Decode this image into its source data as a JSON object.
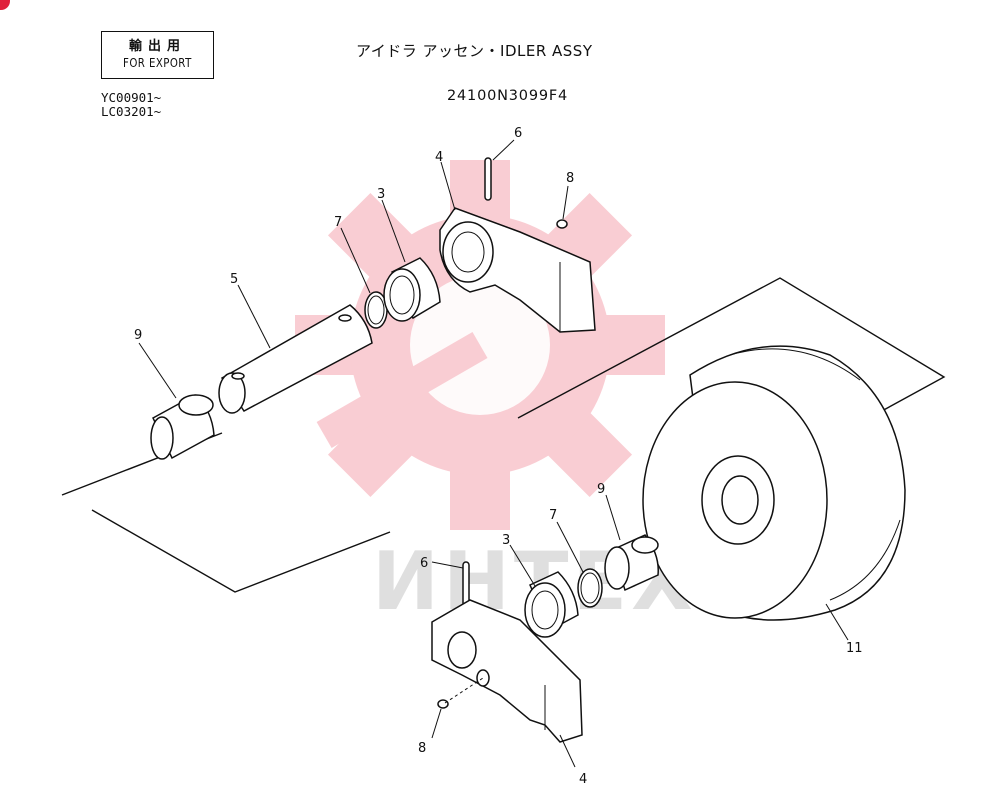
{
  "header": {
    "export_label_jp": "輸出用",
    "export_label_en": "FOR EXPORT",
    "serials": [
      "YC00901~",
      "LC03201~"
    ],
    "title": "アイドラ アッセン・IDLER ASSY",
    "part_number": "24100N3099F4"
  },
  "callouts": {
    "c6_top": "6",
    "c4_top": "4",
    "c8_top": "8",
    "c3_top": "3",
    "c7_top": "7",
    "c5": "5",
    "c9_left": "9",
    "c9_right": "9",
    "c7_bottom": "7",
    "c3_bottom": "3",
    "c6_bottom": "6",
    "c11": "11",
    "c8_bottom": "8",
    "c4_bottom": "4"
  },
  "watermark": {
    "text": "ИНТЕХ",
    "color": "#e8203a"
  },
  "colors": {
    "ink": "#111111",
    "watermark_red": "#e8203a"
  }
}
